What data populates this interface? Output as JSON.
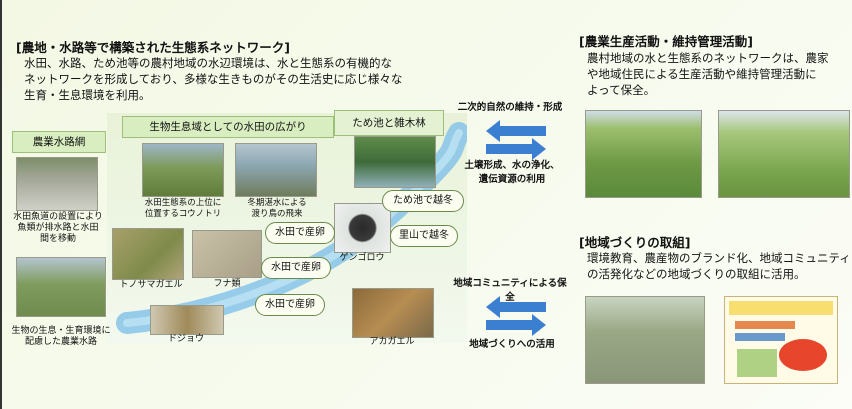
{
  "left": {
    "title": "[農地・水路等で構築された生態系ネットワーク]",
    "desc_line1": "水田、水路、ため池等の農村地域の水辺環境は、水と生態系の有機的な",
    "desc_line2": "ネットワークを形成しており、多様な生きものがその生活史に応じ様々な",
    "desc_line3": "生育・生息環境を利用。",
    "waterway_label": "農業水路網",
    "fishway_caption_1": "水田魚道の設置により",
    "fishway_caption_2": "魚類が排水路と水田",
    "fishway_caption_3": "間を移動",
    "eco_caption_1": "生物の生息・生育環境に",
    "eco_caption_2": "配慮した農業水路"
  },
  "center": {
    "habitat_label": "生物生息域としての水田の広がり",
    "pond_label": "ため池と雑木林",
    "egret_caption_1": "水田生態系の上位に",
    "egret_caption_2": "位置するコウノトリ",
    "birds_caption_1": "冬期湛水による",
    "birds_caption_2": "渡り鳥の飛来",
    "frog_caption": "トノサマガエル",
    "funa_caption": "フナ類",
    "loach_caption": "ドジョウ",
    "beetle_caption": "ゲンゴロウ",
    "red_frog_caption": "アカガエル",
    "spawn_label_1": "水田で産卵",
    "spawn_label_2": "水田で産卵",
    "spawn_label_3": "水田で産卵",
    "winter_pond_label": "ため池で越冬",
    "winter_satoyama_label": "里山で越冬"
  },
  "middle": {
    "secondary_nature": "二次的自然の維持・形成",
    "soil_line1": "土壌形成、水の浄化、",
    "soil_line2": "遺伝資源の利用",
    "community_preservation": "地域コミュニティによる保全",
    "regional_use": "地域づくりへの活用"
  },
  "right_top": {
    "title": "[農業生産活動・維持管理活動]",
    "desc_line1": "農村地域の水と生態系のネットワークは、農家",
    "desc_line2": "や地域住民による生産活動や維持管理活動に",
    "desc_line3": "よって保全。"
  },
  "right_bottom": {
    "title": "[地域づくりの取組]",
    "desc_line1": "環境教育、農産物のブランド化、地域コミュニティ",
    "desc_line2": "の活発化などの地域づくりの取組に活用。"
  },
  "colors": {
    "arrow": "#3b7fd0",
    "label_box": "#d8eec0",
    "background": "#f3f8e4"
  }
}
